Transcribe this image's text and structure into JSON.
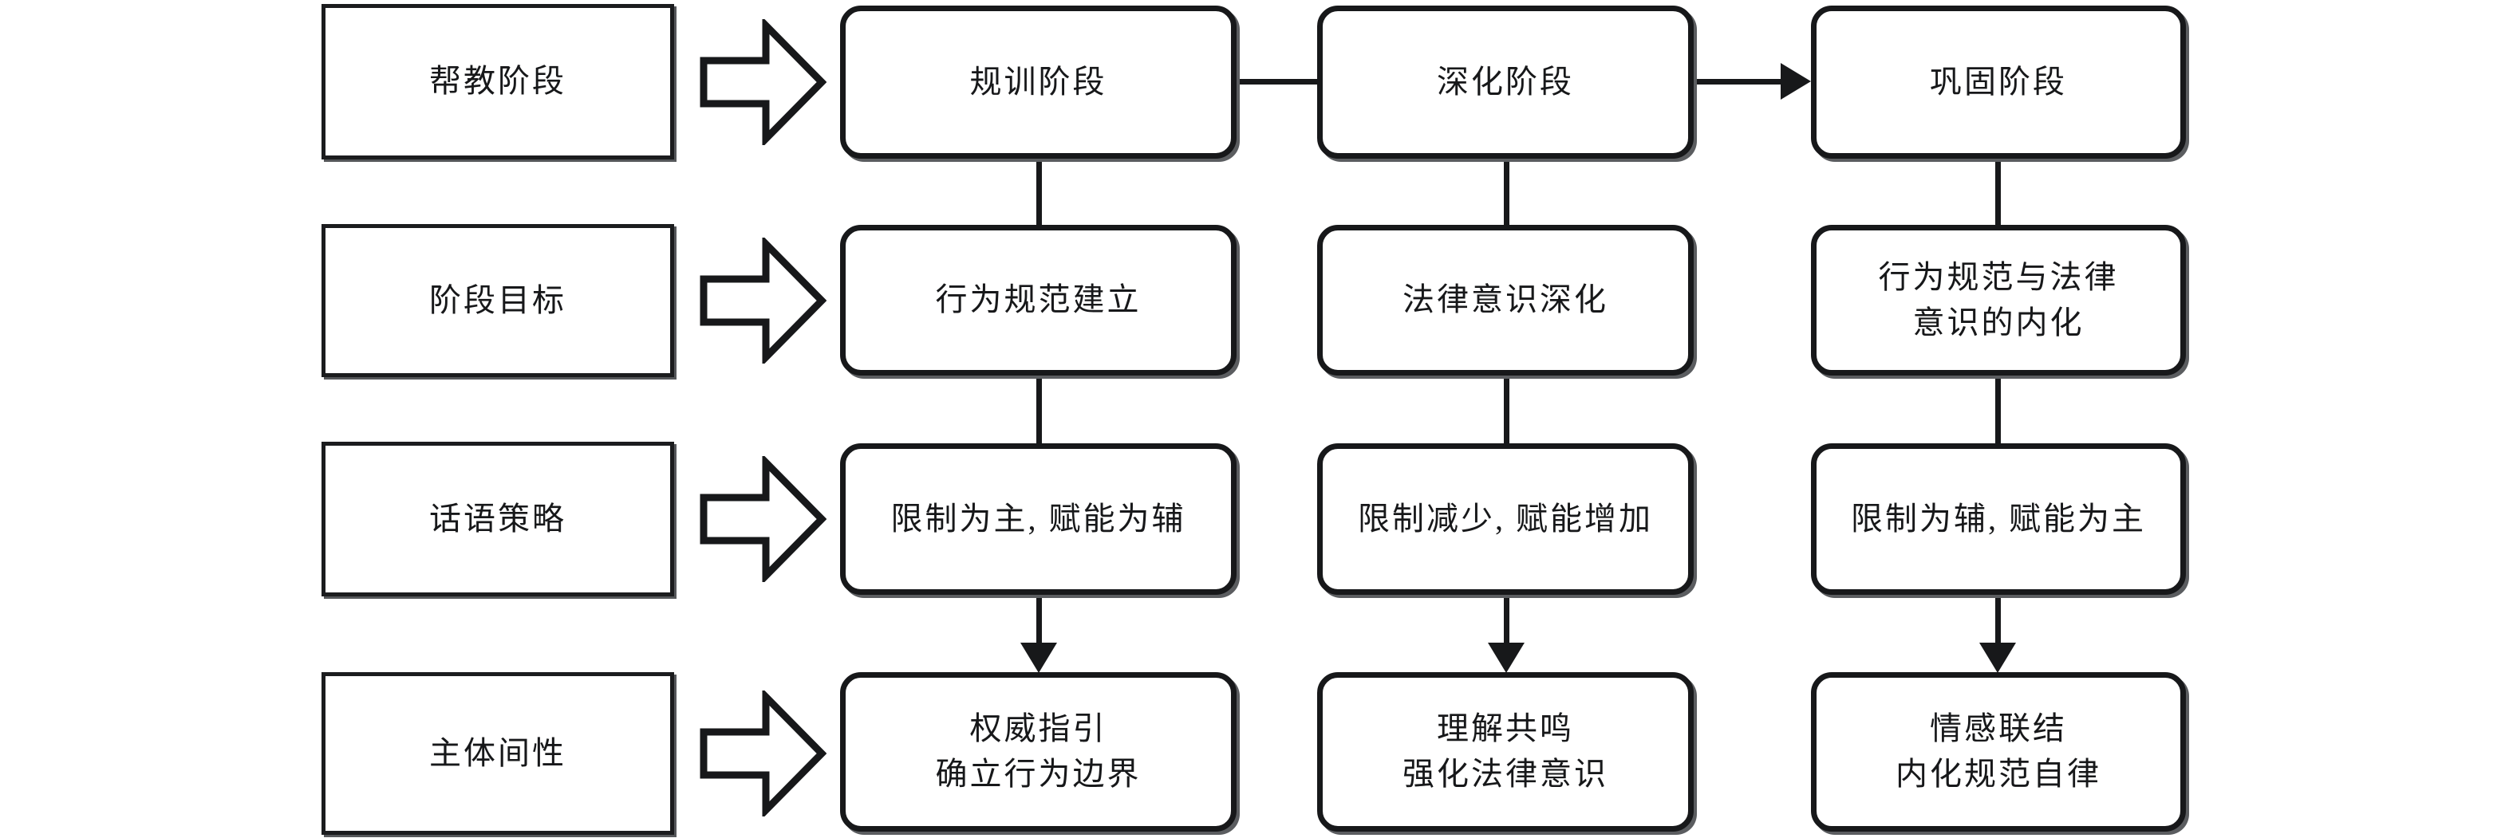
{
  "diagram": {
    "title": "帮教阶段—规训/深化/巩固 三阶段话语策略流程图",
    "row_label_arrow_icon": "block-arrow-right-icon",
    "colors": {
      "stroke": "#17181a",
      "shadow": "#5b5d60",
      "background": "#ffffff"
    },
    "row_labels": [
      {
        "id": "stage",
        "text": "帮教阶段"
      },
      {
        "id": "goal",
        "text": "阶段目标"
      },
      {
        "id": "strategy",
        "text": "话语策略"
      },
      {
        "id": "intersubjectivity",
        "text": "主体间性"
      }
    ],
    "columns": [
      {
        "id": "col-1",
        "name": "规训"
      },
      {
        "id": "col-2",
        "name": "深化"
      },
      {
        "id": "col-3",
        "name": "巩固"
      }
    ],
    "rows": [
      {
        "id": "row-stage",
        "cells": [
          {
            "text": "规训阶段"
          },
          {
            "text": "深化阶段"
          },
          {
            "text": "巩固阶段"
          }
        ]
      },
      {
        "id": "row-goal",
        "cells": [
          {
            "text": "行为规范建立"
          },
          {
            "text": "法律意识深化"
          },
          {
            "text": "行为规范与法律\n意识的内化"
          }
        ]
      },
      {
        "id": "row-strategy",
        "cells": [
          {
            "text": "限制为主, 赋能为辅"
          },
          {
            "text": "限制减少, 赋能增加"
          },
          {
            "text": "限制为辅, 赋能为主"
          }
        ]
      },
      {
        "id": "row-intersubjectivity",
        "cells": [
          {
            "text": "权威指引\n确立行为边界"
          },
          {
            "text": "理解共鸣\n强化法律意识"
          },
          {
            "text": "情感联结\n内化规范自律"
          }
        ]
      }
    ],
    "connectors": {
      "stage_link_1_2": {
        "type": "line",
        "from": "规训阶段",
        "to": "深化阶段"
      },
      "stage_link_2_3": {
        "type": "arrow",
        "from": "深化阶段",
        "to": "巩固阶段"
      },
      "vertical_stage_to_goal": {
        "type": "line"
      },
      "vertical_goal_to_strategy": {
        "type": "line"
      },
      "vertical_strategy_to_intersubjectivity": {
        "type": "arrow"
      }
    }
  }
}
